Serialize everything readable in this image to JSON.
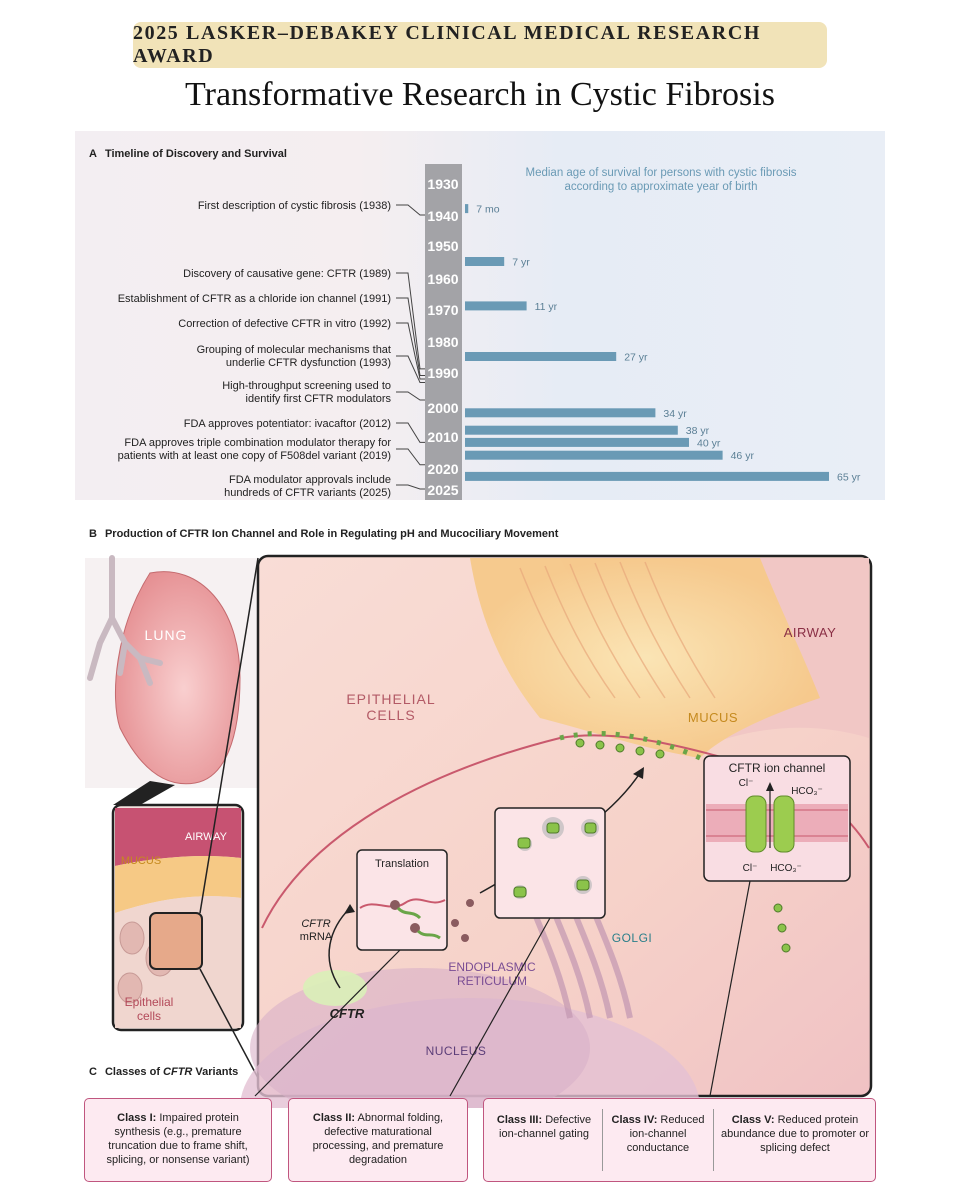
{
  "banner": "2025 LASKER–DEBAKEY CLINICAL MEDICAL RESEARCH AWARD",
  "title": "Transformative Research in Cystic Fibrosis",
  "panel_a": {
    "letter": "A",
    "heading": "Timeline of Discovery and Survival",
    "survival_title_line1": "Median age of survival for persons with cystic fibrosis",
    "survival_title_line2": "according to approximate year of birth",
    "years": [
      "1930",
      "1940",
      "1950",
      "1960",
      "1970",
      "1980",
      "1990",
      "2000",
      "2010",
      "2020",
      "2025"
    ],
    "events": [
      {
        "text": "First description of cystic fibrosis (1938)"
      },
      {
        "text": "Discovery of causative gene: CFTR (1989)"
      },
      {
        "text": "Establishment of CFTR as a chloride ion channel (1991)"
      },
      {
        "text": "Correction of defective CFTR in vitro (1992)"
      },
      {
        "text": "Grouping of molecular mechanisms that",
        "text2": "underlie CFTR dysfunction (1993)"
      },
      {
        "text": "High-throughput screening used to",
        "text2": "identify first CFTR modulators"
      },
      {
        "text": "FDA approves potentiator: ivacaftor (2012)"
      },
      {
        "text": "FDA approves triple combination modulator therapy for",
        "text2": "patients with at least one copy of F508del variant (2019)"
      },
      {
        "text": "FDA modulator approvals include",
        "text2": "hundreds of CFTR variants (2025)"
      }
    ]
  },
  "chart_data": {
    "type": "bar",
    "title": "Median age of survival for persons with cystic fibrosis according to approximate year of birth",
    "categories": [
      "1938",
      "1955",
      "1969",
      "1985",
      "2002",
      "2008",
      "2012",
      "2016",
      "2022"
    ],
    "values": [
      0.58,
      7,
      11,
      27,
      34,
      38,
      40,
      46,
      65
    ],
    "labels": [
      "7 mo",
      "7 yr",
      "11 yr",
      "27 yr",
      "34 yr",
      "38 yr",
      "40 yr",
      "46 yr",
      "65 yr"
    ],
    "orientation": "horizontal",
    "xlim": [
      0,
      70
    ],
    "ylim": [
      1930,
      2025
    ],
    "grid": false,
    "color": "#6a9ab5"
  },
  "panel_b": {
    "letter": "B",
    "heading": "Production of CFTR Ion Channel and Role in Regulating pH and Mucociliary Movement",
    "lung": "LUNG",
    "airway": "AIRWAY",
    "mucus": "MUCUS",
    "epithelial_cells_caps_1": "EPITHELIAL",
    "epithelial_cells_caps_2": "CELLS",
    "epithelial_small_1": "Epithelial",
    "epithelial_small_2": "cells",
    "nucleus": "NUCLEUS",
    "golgi": "GOLGI",
    "er_1": "ENDOPLASMIC",
    "er_2": "RETICULUM",
    "translation": "Translation",
    "cftr_mrna_1": "CFTR",
    "cftr_mrna_2": "mRNA",
    "cftr_gene": "CFTR",
    "ion_channel_title": "CFTR ion channel",
    "cl_top": "Cl⁻",
    "hco3_top": "HCO₃⁻",
    "cl_bottom": "Cl⁻",
    "hco3_bottom": "HCO₃⁻"
  },
  "panel_c": {
    "letter": "C",
    "heading_pre": "Classes of ",
    "heading_em": "CFTR",
    "heading_post": " Variants",
    "classes": [
      {
        "name": "Class I:",
        "desc": " Impaired protein synthesis (e.g., premature truncation due to frame shift, splicing, or nonsense variant)"
      },
      {
        "name": "Class II:",
        "desc": " Abnormal folding, defective maturational processing, and premature degradation"
      },
      {
        "name": "Class III:",
        "desc": " Defective ion-channel gating"
      },
      {
        "name": "Class IV:",
        "desc": " Reduced ion-channel conductance"
      },
      {
        "name": "Class V:",
        "desc": " Reduced protein abundance due to promoter or splicing defect"
      }
    ]
  }
}
